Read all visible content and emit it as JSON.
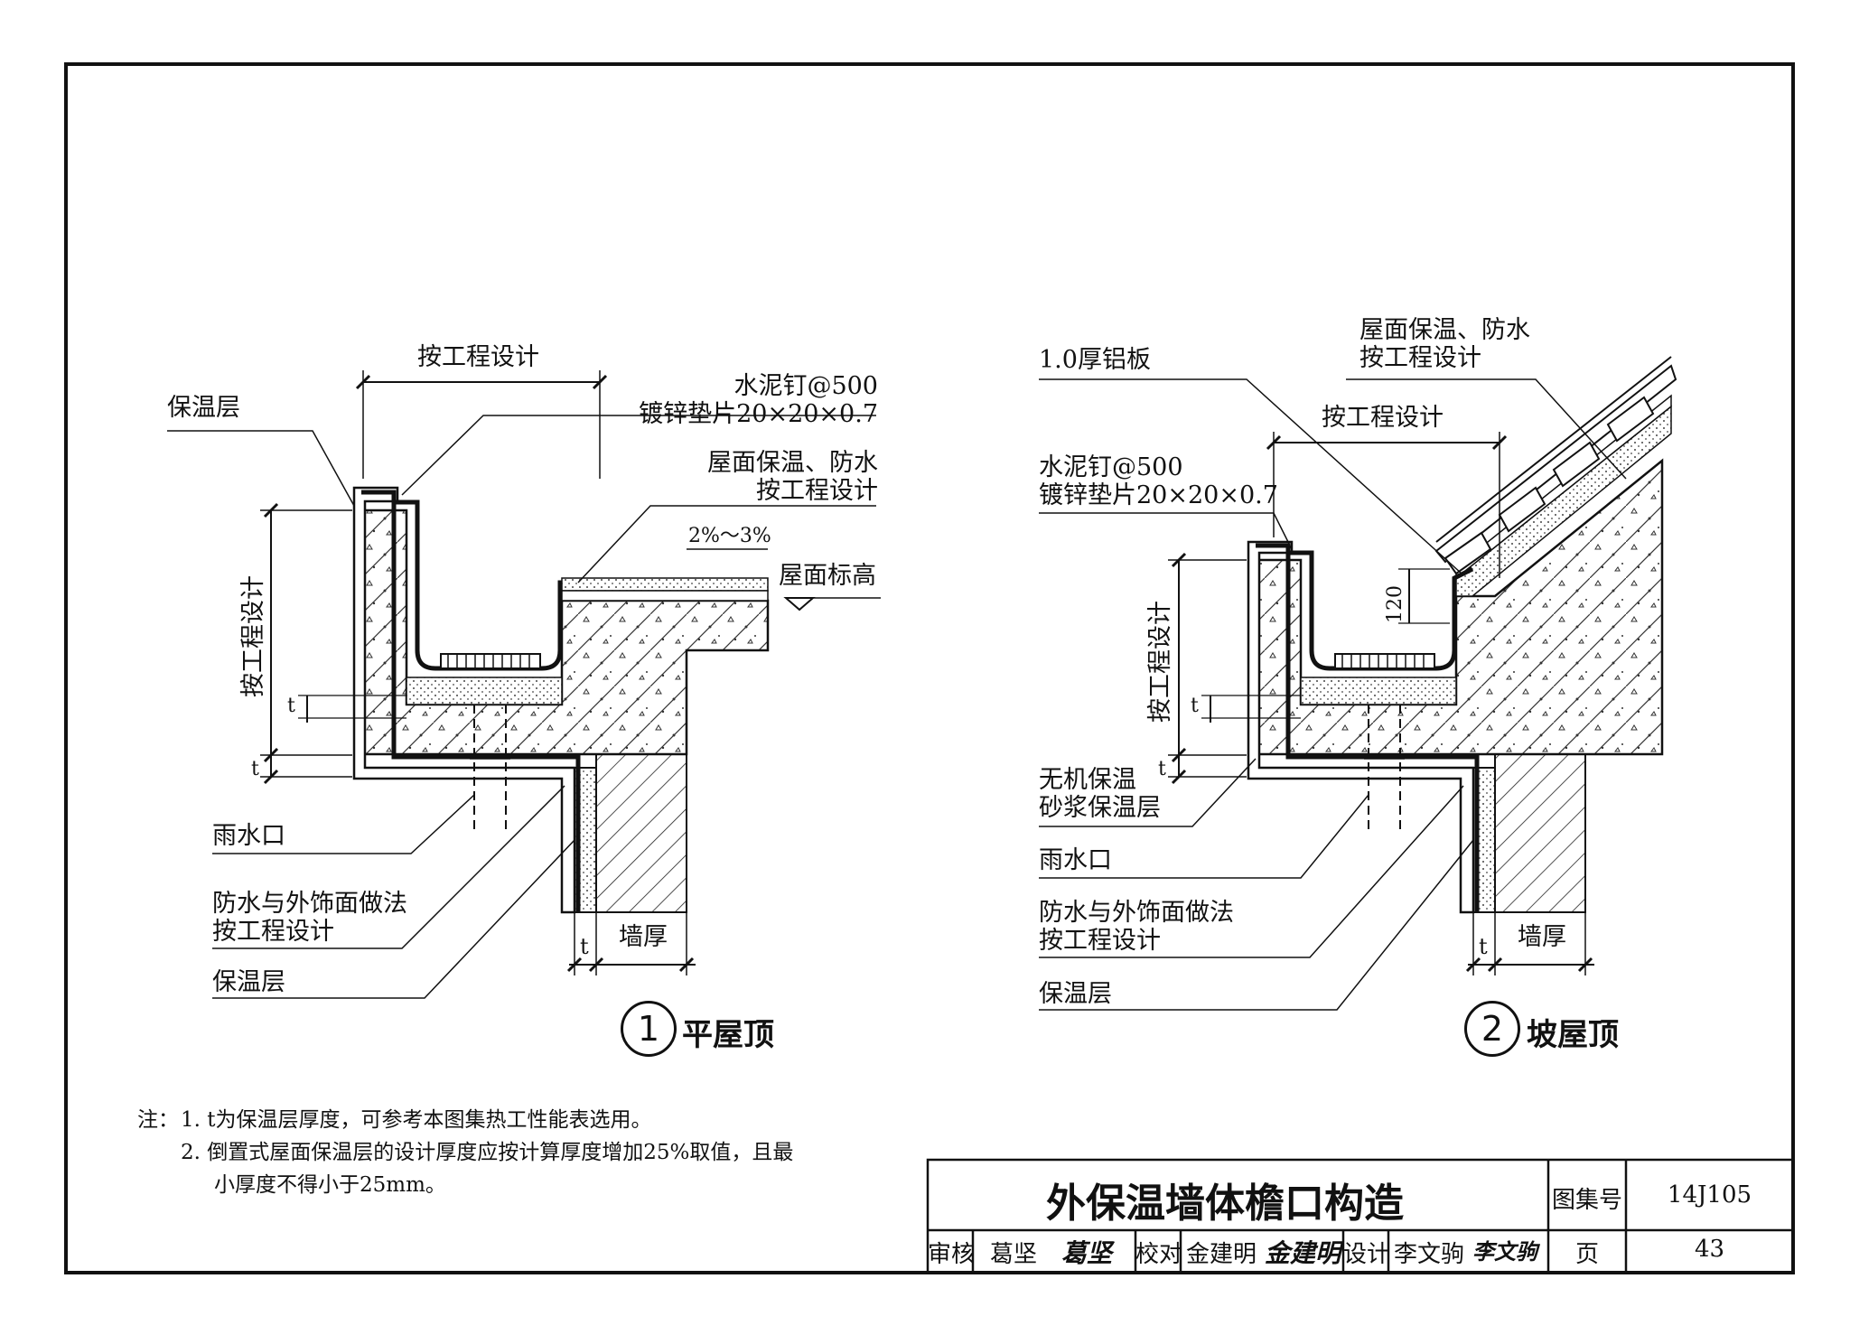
{
  "detail1": {
    "number": "1",
    "caption": "平屋顶",
    "labels": {
      "top_dim": "按工程设计",
      "insulation_top": "保温层",
      "nail_1": "水泥钉@500",
      "nail_2": "镀锌垫片20×20×0.7",
      "roof_ins_1": "屋面保温、防水",
      "roof_ins_2": "按工程设计",
      "slope": "2%～3%",
      "roof_level": "屋面标高",
      "height_dim": "按工程设计",
      "t1": "t",
      "t2": "t",
      "t3": "t",
      "drain": "雨水口",
      "finish_1": "防水与外饰面做法",
      "finish_2": "按工程设计",
      "insulation_bottom": "保温层",
      "wall": "墙厚"
    }
  },
  "detail2": {
    "number": "2",
    "caption": "坡屋顶",
    "labels": {
      "roof_ins_1": "屋面保温、防水",
      "roof_ins_2": "按工程设计",
      "alu": "1.0厚铝板",
      "top_dim": "按工程设计",
      "nail_1": "水泥钉@500",
      "nail_2": "镀锌垫片20×20×0.7",
      "dim120": "120",
      "height_dim": "按工程设计",
      "t1": "t",
      "t2": "t",
      "t3": "t",
      "mortar_1": "无机保温",
      "mortar_2": "砂浆保温层",
      "drain": "雨水口",
      "finish_1": "防水与外饰面做法",
      "finish_2": "按工程设计",
      "insulation_bottom": "保温层",
      "wall": "墙厚"
    }
  },
  "notes": {
    "prefix": "注：",
    "n1": "1. t为保温层厚度，可参考本图集热工性能表选用。",
    "n2a": "2. 倒置式屋面保温层的设计厚度应按计算厚度增加25%取值，且最",
    "n2b": "小厚度不得小于25mm。"
  },
  "title_block": {
    "title": "外保温墙体檐口构造",
    "atlas_label": "图集号",
    "atlas_no": "14J105",
    "review_label": "审核",
    "review_name": "葛坚",
    "review_sig": "葛坚",
    "check_label": "校对",
    "check_name": "金建明",
    "check_sig": "金建明",
    "design_label": "设计",
    "design_name": "李文驹",
    "design_sig": "李文驹",
    "page_label": "页",
    "page_no": "43"
  }
}
